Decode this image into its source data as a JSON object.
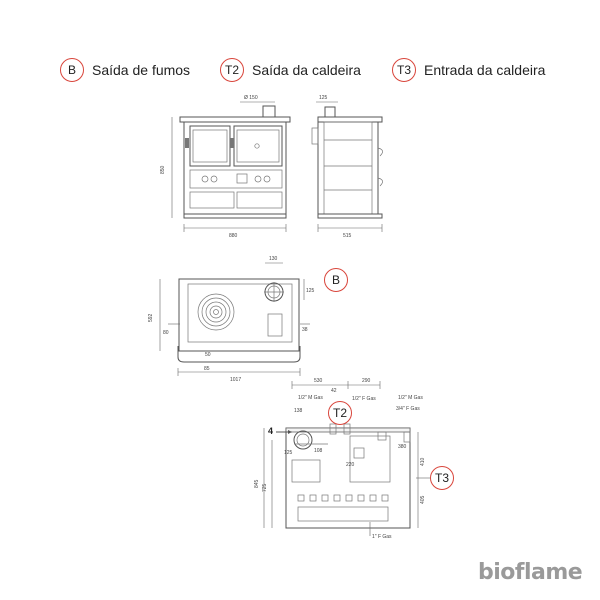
{
  "legend": {
    "items": [
      {
        "code": "B",
        "label": "Saída de fumos"
      },
      {
        "code": "T2",
        "label": "Saída da caldeira"
      },
      {
        "code": "T3",
        "label": "Entrada da caldeira"
      }
    ]
  },
  "callouts": {
    "plan_B": "B",
    "side_T2": "T2",
    "side_T3": "T3",
    "side_4": "4"
  },
  "dims": {
    "front_width": "880",
    "front_height": "850",
    "flue_dia": "Ø 150",
    "side_depth": "515",
    "side_top": "125",
    "plan_width": "1017",
    "plan_depth": "592",
    "plan_flue_offset": "130",
    "plan_flue_side": "125",
    "plan_left": "80",
    "plan_bottom": "85",
    "plan_right": "38",
    "plan_small": "50",
    "back_w1": "530",
    "back_w2": "290",
    "back_a": "42",
    "back_b": "138",
    "back_c": "108",
    "back_d": "220",
    "back_h1": "845",
    "back_h2": "725",
    "back_h3": "410",
    "back_h4": "380",
    "back_h5": "405",
    "back_h6": "125",
    "pipe_1": "1/2\" M Gas",
    "pipe_2": "1/2\" F Gas",
    "pipe_3": "1/2\" M Gas",
    "pipe_4": "3/4\" F Gas",
    "pipe_5": "1\" F Gas"
  },
  "brand": {
    "logo_text": "bioflame"
  },
  "colors": {
    "badge_border": "#d9453b",
    "logo": "#9a9a9a"
  }
}
